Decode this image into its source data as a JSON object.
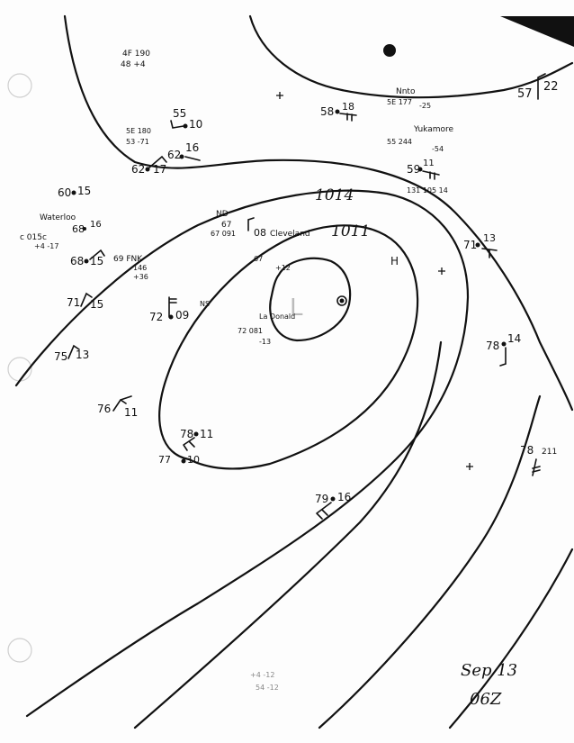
{
  "annotations": {
    "date": "Sep 13",
    "time": "06Z",
    "low_center": "L",
    "high_marker": "H"
  },
  "isobars": {
    "outer": "1014",
    "middle": "1011"
  },
  "stations": [
    {
      "id": "s1",
      "temp": "57",
      "wind": "22"
    },
    {
      "id": "s2",
      "temp": "58",
      "wind": "18"
    },
    {
      "id": "s3",
      "temp": "55",
      "wind": "10"
    },
    {
      "id": "s4",
      "temp": "62",
      "wind": "16"
    },
    {
      "id": "s5",
      "temp": "62",
      "wind": "17"
    },
    {
      "id": "s6",
      "temp": "60",
      "wind": "15"
    },
    {
      "id": "s7",
      "temp": "59",
      "wind": "11"
    },
    {
      "id": "s8",
      "temp": "68",
      "wind": "16"
    },
    {
      "id": "s9",
      "temp": "68",
      "wind": "15"
    },
    {
      "id": "s10",
      "temp": "67",
      "wind": "08"
    },
    {
      "id": "s11",
      "temp": "71",
      "wind": "13"
    },
    {
      "id": "s12",
      "temp": "71",
      "wind": "15"
    },
    {
      "id": "s13",
      "temp": "72",
      "wind": "09"
    },
    {
      "id": "s14",
      "temp": "75",
      "wind": "13"
    },
    {
      "id": "s15",
      "temp": "76",
      "wind": "11"
    },
    {
      "id": "s16",
      "temp": "78",
      "wind": "14"
    },
    {
      "id": "s17",
      "temp": "78",
      "wind": "11"
    },
    {
      "id": "s18",
      "temp": "77",
      "wind": "10"
    },
    {
      "id": "s19",
      "temp": "78",
      "wind": "211"
    },
    {
      "id": "s20",
      "temp": "79",
      "wind": "16"
    }
  ],
  "scribbles": [
    {
      "id": "n1",
      "text": "4F 190"
    },
    {
      "id": "n2",
      "text": "48 +4"
    },
    {
      "id": "n3",
      "text": "5E 180"
    },
    {
      "id": "n4",
      "text": "53 -71"
    },
    {
      "id": "n5",
      "text": "Nnto"
    },
    {
      "id": "n6",
      "text": "5E 177"
    },
    {
      "id": "n7",
      "text": "-25"
    },
    {
      "id": "n8",
      "text": "Yukamore"
    },
    {
      "id": "n9",
      "text": "55 244"
    },
    {
      "id": "n10",
      "text": "-54"
    },
    {
      "id": "n11",
      "text": "131 105 14"
    },
    {
      "id": "n12",
      "text": "Waterloo"
    },
    {
      "id": "n13",
      "text": "c 015c"
    },
    {
      "id": "n14",
      "text": "+4 -17"
    },
    {
      "id": "n15",
      "text": "ND"
    },
    {
      "id": "n16",
      "text": "67 091"
    },
    {
      "id": "n17",
      "text": "Cleveland"
    },
    {
      "id": "n18",
      "text": "69 FNK"
    },
    {
      "id": "n19",
      "text": "146"
    },
    {
      "id": "n20",
      "text": "+36"
    },
    {
      "id": "n21",
      "text": "67"
    },
    {
      "id": "n22",
      "text": "+12"
    },
    {
      "id": "n23",
      "text": "NS"
    },
    {
      "id": "n24",
      "text": "La Donald"
    },
    {
      "id": "n25",
      "text": "72 081"
    },
    {
      "id": "n26",
      "text": "-13"
    },
    {
      "id": "n27",
      "text": "+4 -12"
    },
    {
      "id": "n28",
      "text": "54 -12"
    }
  ]
}
